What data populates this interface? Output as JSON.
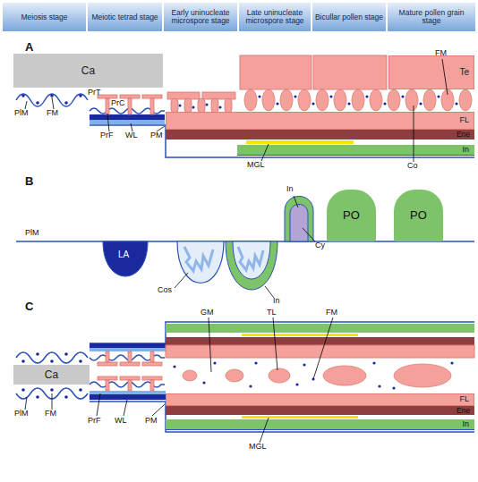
{
  "diagram": {
    "nodes": [
      {
        "text": [
          "Meiosis stage"
        ]
      },
      {
        "text": [
          "Meiotic tetrad stage"
        ]
      },
      {
        "text": [
          "Early uninucleate microspore stage"
        ]
      },
      {
        "text": [
          "Late uninucleate microspore stage"
        ]
      },
      {
        "text": [
          "Bicullar pollen stage"
        ]
      },
      {
        "text": [
          "Mature pollen grain stage"
        ]
      },
      {
        "text": [
          "Ca"
        ]
      },
      {
        "text": [
          "Te"
        ]
      },
      {
        "text": [
          "FL"
        ]
      },
      {
        "text": [
          "Ene"
        ]
      },
      {
        "text": [
          "In"
        ]
      },
      {
        "text": [
          "PO"
        ]
      },
      {
        "text": [
          "PO"
        ]
      },
      {
        "text": [
          "Ca"
        ]
      },
      {
        "text": [
          "FL"
        ]
      },
      {
        "text": [
          "Ene"
        ]
      },
      {
        "text": [
          "In"
        ]
      }
    ],
    "labels": [
      "A",
      "PlM",
      "FM",
      "PrT",
      "PrC",
      "PrF",
      "WL",
      "PM",
      "FM",
      "MGL",
      "Co",
      "B",
      "PlM",
      "LA",
      "Cos",
      "In",
      "In",
      "Cy",
      "C",
      "GM",
      "TL",
      "FM",
      "PlM",
      "FM",
      "PrF",
      "WL",
      "PM",
      "MGL"
    ]
  }
}
